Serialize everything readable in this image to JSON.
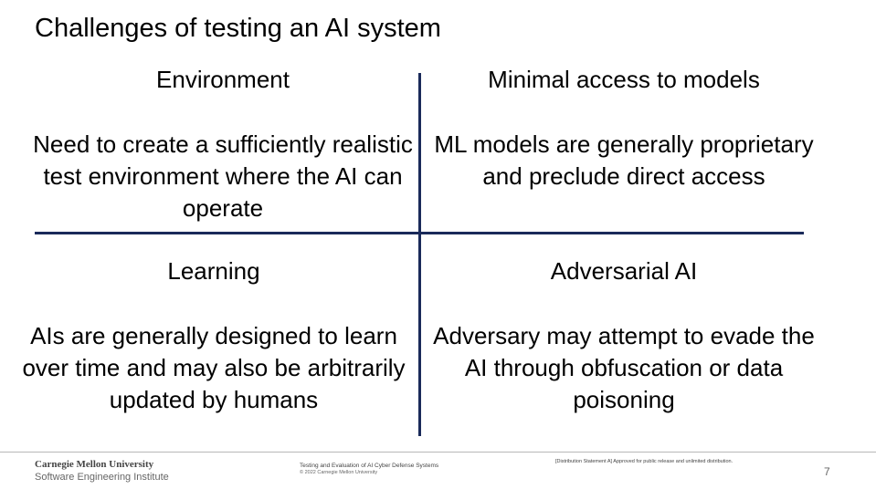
{
  "slide": {
    "title": "Challenges of testing an AI system",
    "quadrants": [
      {
        "heading": "Environment",
        "body": "Need to create a sufficiently realistic test environment where the AI can operate"
      },
      {
        "heading": "Minimal access to models",
        "body": "ML models are generally proprietary and preclude direct access"
      },
      {
        "heading": "Learning",
        "body": "AIs are generally designed to learn over time and may also be arbitrarily updated by humans"
      },
      {
        "heading": "Adversarial AI",
        "body": "Adversary may attempt to evade the AI through obfuscation or data poisoning"
      }
    ],
    "divider_color": "#1a2a5a"
  },
  "footer": {
    "university": "Carnegie Mellon University",
    "institute": "Software Engineering Institute",
    "presentation_title": "Testing and Evaluation of AI Cyber Defense Systems",
    "copyright": "© 2022 Carnegie Mellon University",
    "distribution": "[Distribution Statement A] Approved for public release and unlimited distribution.",
    "page_number": "7"
  }
}
